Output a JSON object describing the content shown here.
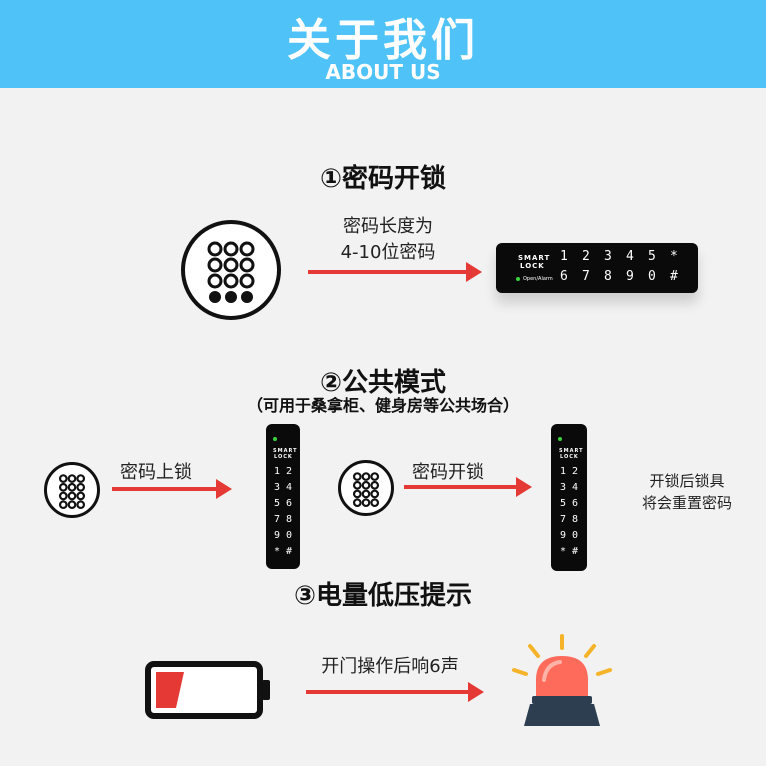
{
  "header": {
    "title": "关于我们",
    "subtitle": "ABOUT US",
    "bg_color": "#4fc3f7"
  },
  "section1": {
    "title": "①密码开锁",
    "caption_line1": "密码长度为",
    "caption_line2": "4-10位密码",
    "lock": {
      "brand_line1": "SMART",
      "brand_line2": "LOCK",
      "open_label": "Open/Alarm",
      "keys_row1": [
        "1",
        "2",
        "3",
        "4",
        "5",
        "*"
      ],
      "keys_row2": [
        "6",
        "7",
        "8",
        "9",
        "0",
        "#"
      ]
    }
  },
  "section2": {
    "title": "②公共模式",
    "subtitle": "（可用于桑拿柜、健身房等公共场合）",
    "step1_label": "密码上锁",
    "step2_label": "密码开锁",
    "note_line1": "开锁后锁具",
    "note_line2": "将会重置密码",
    "lock": {
      "brand_line1": "SMART",
      "brand_line2": "LOCK",
      "keys": [
        [
          "1",
          "2"
        ],
        [
          "3",
          "4"
        ],
        [
          "5",
          "6"
        ],
        [
          "7",
          "8"
        ],
        [
          "9",
          "0"
        ],
        [
          "*",
          "#"
        ]
      ]
    }
  },
  "section3": {
    "title": "③电量低压提示",
    "caption": "开门操作后响6声",
    "battery_level": 0.15
  },
  "colors": {
    "accent_red": "#e53935",
    "battery_red": "#e53935",
    "siren_red": "#ff6b5a"
  },
  "icons": [
    "keypad-icon",
    "battery-low-icon",
    "alarm-siren-icon",
    "arrow-right-icon"
  ]
}
